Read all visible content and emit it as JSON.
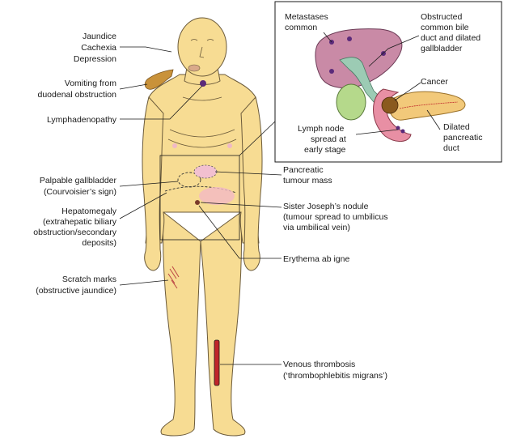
{
  "labels": {
    "jaundice": "Jaundice",
    "cachexia": "Cachexia",
    "depression": "Depression",
    "vomiting_1": "Vomiting from",
    "vomiting_2": "duodenal obstruction",
    "lymphadenopathy": "Lymphadenopathy",
    "palpable_1": "Palpable gallbladder",
    "palpable_2": "(Courvoisier’s sign)",
    "hepato_1": "Hepatomegaly",
    "hepato_2": "(extrahepatic biliary",
    "hepato_3": "obstruction/secondary",
    "hepato_4": "deposits)",
    "scratch_1": "Scratch marks",
    "scratch_2": "(obstructive jaundice)",
    "pancreatic_1": "Pancreatic",
    "pancreatic_2": "tumour mass",
    "sister_1": "Sister Joseph’s nodule",
    "sister_2": "(tumour spread to umbilicus",
    "sister_3": "via umbilical vein)",
    "erythema": "Erythema ab igne",
    "venous_1": "Venous thrombosis",
    "venous_2": "(‘thrombophlebitis migrans’)"
  },
  "inset": {
    "metastases_1": "Metastases",
    "metastases_2": "common",
    "obstructed_1": "Obstructed",
    "obstructed_2": "common bile",
    "obstructed_3": "duct and dilated",
    "obstructed_4": "gallbladder",
    "cancer": "Cancer",
    "lymph_1": "Lymph node",
    "lymph_2": "spread at",
    "lymph_3": "early stage",
    "dilated_1": "Dilated",
    "dilated_2": "pancreatic",
    "dilated_3": "duct"
  },
  "colors": {
    "skin": "#f7dc93",
    "liver": "#c98aa6",
    "gallbladder": "#b5d98b",
    "bile_duct": "#9ccbb4",
    "pancreas": "#f2c97a",
    "tumour": "#8a5a1e",
    "deposit": "#5b2a7a",
    "thrombosis": "#c0262a"
  }
}
